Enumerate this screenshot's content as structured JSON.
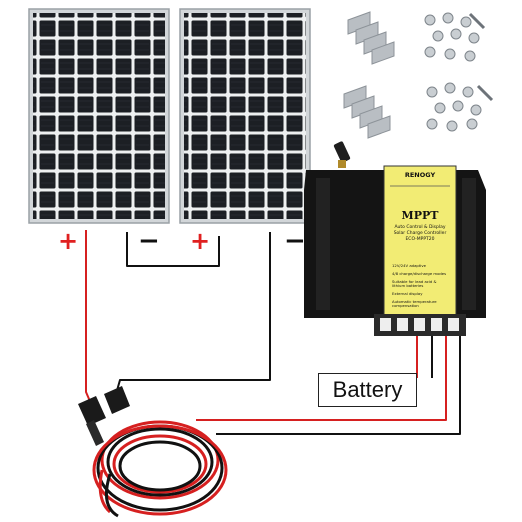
{
  "labels": {
    "battery": "Battery",
    "panel1_positive": "+",
    "panel1_negative": "−",
    "panel2_positive": "+",
    "panel2_negative": "−"
  },
  "controller": {
    "brand": "RENOGY",
    "mppt": "MPPT",
    "subtitle_line1": "Auto Control & Display",
    "subtitle_line2": "Solar Charge Controller",
    "model": "ECO-MPPT20",
    "features": [
      "12V/24V adaptive",
      "4/8 charge/discharge modes",
      "Suitable for lead acid & lithium batteries",
      "External display",
      "Automatic temperature compensation"
    ]
  },
  "colors": {
    "panel_frame": "#cfd3d6",
    "cell": "#1c1f24",
    "controller_body": "#141414",
    "label_yellow": "#f2ec74",
    "wire_red": "#d62020",
    "wire_black": "#111111"
  }
}
